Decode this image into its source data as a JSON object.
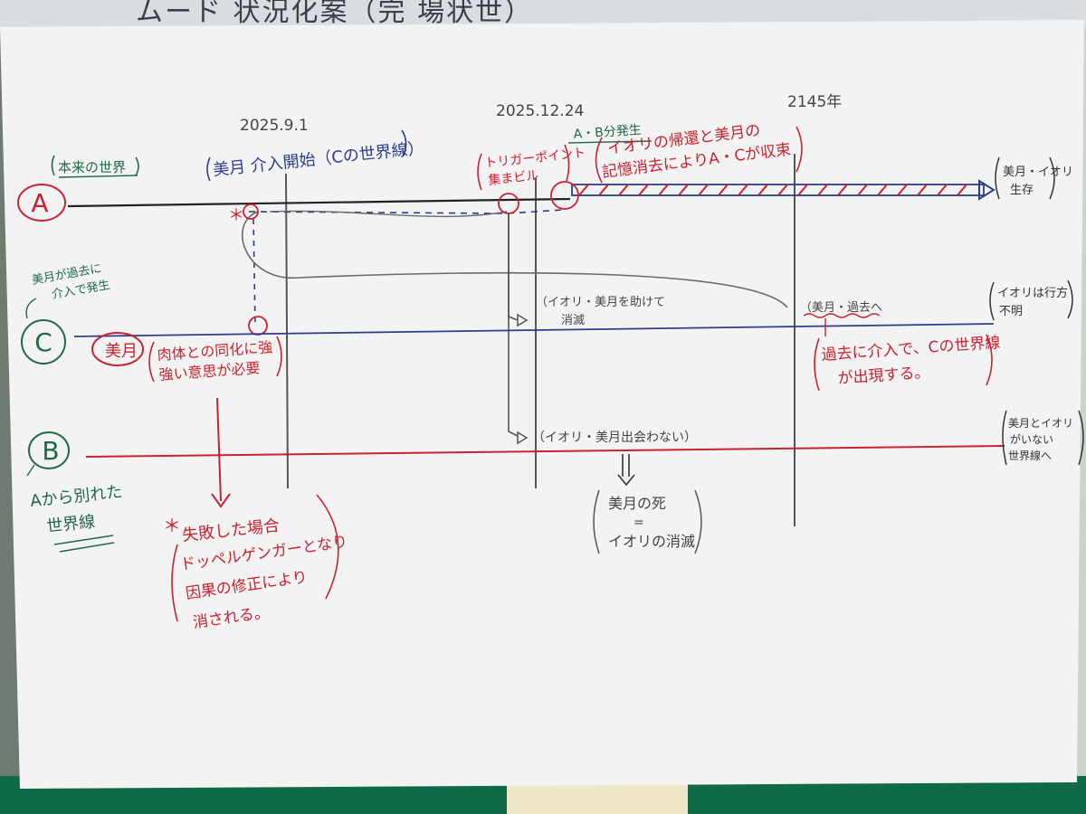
{
  "background": {
    "top_text": "ムード 状況化案（完 場状世）"
  },
  "dates": {
    "d1": "2025.9.1",
    "d2": "2025.12.24",
    "d3": "2145年"
  },
  "worldlines": {
    "a": {
      "marker": "A",
      "label": "本来の世界",
      "end_note": [
        "美月・イオリ",
        "生存"
      ]
    },
    "c": {
      "marker": "C",
      "label": [
        "美月が過去に",
        "介入で発生"
      ],
      "end_note": [
        "イオリは行方",
        "不明"
      ]
    },
    "b": {
      "marker": "B",
      "label": [
        "Aから別れた",
        "世界線"
      ],
      "end_note": [
        "美月とイオリ",
        "がいない",
        "世界線へ"
      ]
    }
  },
  "notes": {
    "kaishi": "美月 介入開始（Cの世界線）",
    "trigger": [
      "トリガーポイント",
      "集まビル"
    ],
    "ab": "A・B分発生",
    "kioku": [
      "イオリの帰還と美月の",
      "記憶消去によりA・Cが収束"
    ],
    "tsuki": "美月",
    "nikutai": [
      "肉体との同化に強",
      "強い意思が必要"
    ],
    "shippai": [
      "失敗した場合",
      "ドッペルゲンガーとなり",
      "因果の修正により",
      "消される。"
    ],
    "tasukete": [
      "（イオリ・美月を助けて",
      "消滅"
    ],
    "kako": "（美月・過去へ",
    "kakokainyu": [
      "過去に介入で、Cの世界線",
      "が出現する。"
    ],
    "deawanai": "（イオリ・美月出会わない）",
    "shi": [
      "美月の死",
      "=",
      "イオリの消滅"
    ]
  },
  "colors": {
    "paper": "#f4f3f4",
    "ink_black": "#2a2a2a",
    "ink_red": "#c8232d",
    "ink_blue": "#2a3e8c",
    "ink_green": "#1f6a45",
    "pencil": "#6a6a6a"
  }
}
